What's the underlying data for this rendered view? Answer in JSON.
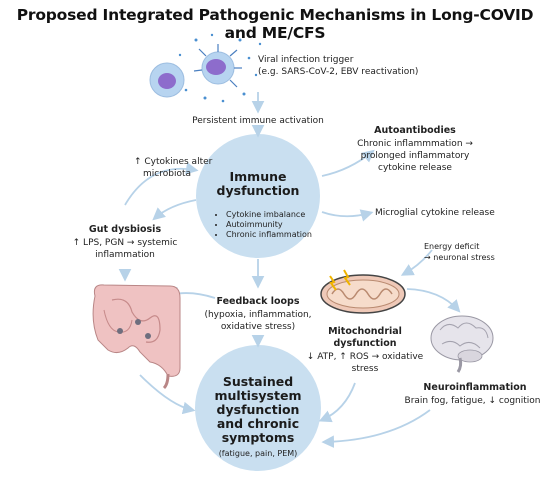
{
  "title": "Proposed Integrated Pathogenic Mechanisms in Long-COVID and ME/CFS",
  "trigger": {
    "line1": "Viral infection trigger",
    "line2": "(e.g. SARS-CoV-2, EBV reactivation)"
  },
  "persistent_activation": "Persistent immune activation",
  "immune": {
    "title_line1": "Immune",
    "title_line2": "dysfunction",
    "bullets": [
      "Cytokine imbalance",
      "Autoimmunity",
      "Chronic inflammation"
    ]
  },
  "autoantibodies": {
    "title": "Autoantibodies",
    "line1": "Chronic inflammmation →",
    "line2": "prolonged inflammatory",
    "line3": "cytokine release"
  },
  "microglial": "Microglial cytokine release",
  "energy": {
    "line1": "Energy deficit",
    "line2": "→ neuronal stress"
  },
  "cytokines_alter": {
    "line1": "↑ Cytokines alter",
    "line2": "microbiota"
  },
  "gut": {
    "title": "Gut dysbiosis",
    "line1": "↑ LPS, PGN → systemic",
    "line2": "inflammation"
  },
  "feedback": {
    "title": "Feedback loops",
    "line1": "(hypoxia, inflammation,",
    "line2": "oxidative stress)"
  },
  "mito": {
    "title_line1": "Mitochondrial",
    "title_line2": "dysfunction",
    "line1": "↓ ATP, ↑ ROS → oxidative",
    "line2": "stress"
  },
  "neuro": {
    "title": "Neuroinflammation",
    "line1": "Brain fog, fatigue, ↓ cognition"
  },
  "sustained": {
    "line1": "Sustained",
    "line2": "multisystem",
    "line3": "dysfunction",
    "line4": "and chronic",
    "line5": "symptoms",
    "sub": "(fatigue, pain, PEM)"
  },
  "colors": {
    "circle": "#c9dff0",
    "arrow": "#b7d2e8",
    "cell_purple": "#9a7fd0",
    "gut": "#e9b8b8"
  }
}
